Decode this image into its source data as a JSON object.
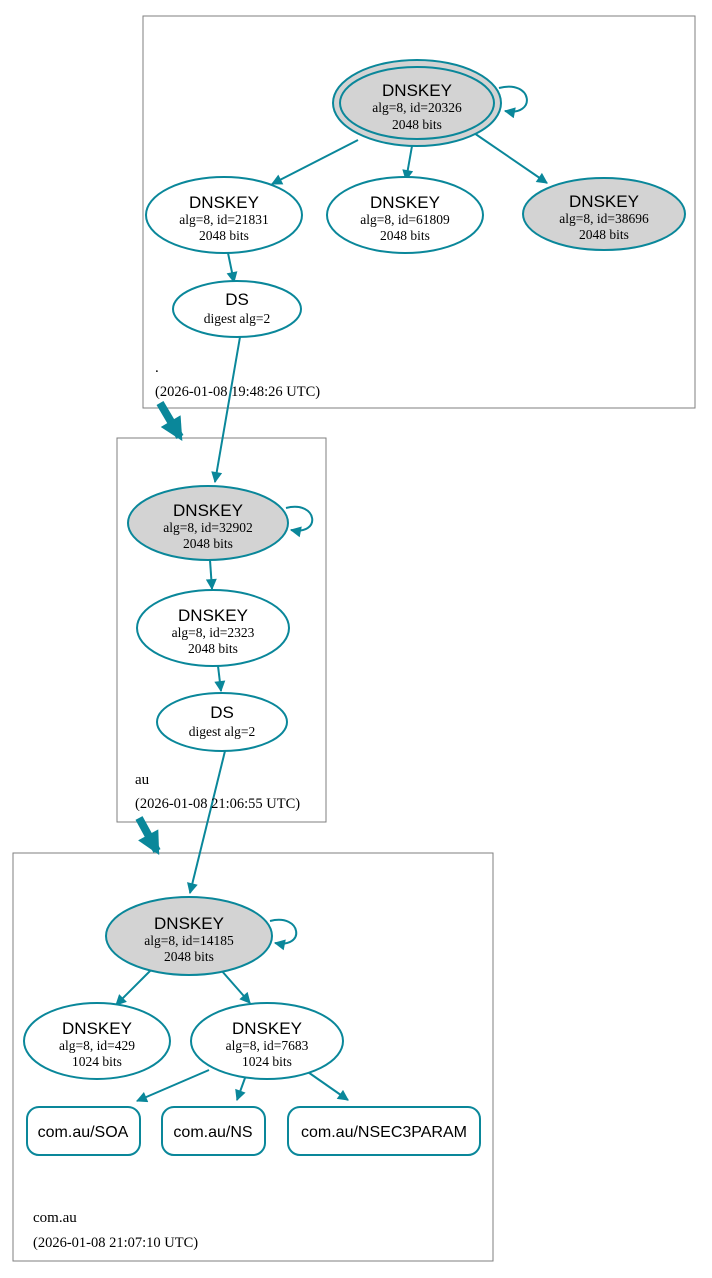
{
  "colors": {
    "edge": "#0a879a",
    "ksk_fill": "#d3d3d3",
    "zsk_fill": "#ffffff",
    "rrset_fill": "#ffffff",
    "box_border": "#7f7f7f",
    "text": "#000000"
  },
  "zones": {
    "root": {
      "name": ".",
      "timestamp": "(2026-01-08 19:48:26 UTC)",
      "nodes": {
        "ksk20326": {
          "type": "DNSKEY",
          "detail": "alg=8, id=20326",
          "bits": "2048 bits"
        },
        "zsk21831": {
          "type": "DNSKEY",
          "detail": "alg=8, id=21831",
          "bits": "2048 bits"
        },
        "zsk61809": {
          "type": "DNSKEY",
          "detail": "alg=8, id=61809",
          "bits": "2048 bits"
        },
        "ksk38696": {
          "type": "DNSKEY",
          "detail": "alg=8, id=38696",
          "bits": "2048 bits"
        },
        "ds": {
          "type": "DS",
          "detail": "digest alg=2"
        }
      }
    },
    "au": {
      "name": "au",
      "timestamp": "(2026-01-08 21:06:55 UTC)",
      "nodes": {
        "ksk32902": {
          "type": "DNSKEY",
          "detail": "alg=8, id=32902",
          "bits": "2048 bits"
        },
        "zsk2323": {
          "type": "DNSKEY",
          "detail": "alg=8, id=2323",
          "bits": "2048 bits"
        },
        "ds": {
          "type": "DS",
          "detail": "digest alg=2"
        }
      }
    },
    "comau": {
      "name": "com.au",
      "timestamp": "(2026-01-08 21:07:10 UTC)",
      "nodes": {
        "ksk14185": {
          "type": "DNSKEY",
          "detail": "alg=8, id=14185",
          "bits": "2048 bits"
        },
        "zsk429": {
          "type": "DNSKEY",
          "detail": "alg=8, id=429",
          "bits": "1024 bits"
        },
        "zsk7683": {
          "type": "DNSKEY",
          "detail": "alg=8, id=7683",
          "bits": "1024 bits"
        }
      },
      "rrsets": {
        "soa": "com.au/SOA",
        "ns": "com.au/NS",
        "nsec3param": "com.au/NSEC3PARAM"
      }
    }
  }
}
